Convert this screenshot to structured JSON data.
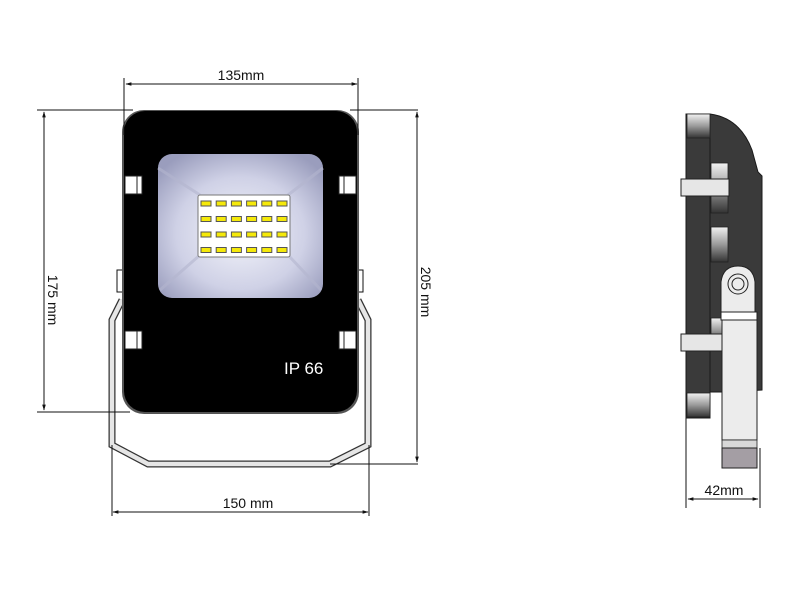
{
  "front_view": {
    "dimensions": {
      "body_width": "135mm",
      "bracket_width": "150 mm",
      "body_height": "175 mm",
      "total_height": "205 mm"
    },
    "rating_label": "IP 66",
    "led_grid": {
      "rows": 4,
      "cols": 6
    }
  },
  "side_view": {
    "dimensions": {
      "depth": "42mm"
    }
  },
  "colors": {
    "housing": "#000000",
    "side_housing": "#3a3a3a",
    "reflector": "#c9cbe0",
    "led": "#f5e90a",
    "led_border": "#555555",
    "bracket": "#e6e6e6",
    "dimension_line": "#111111"
  }
}
